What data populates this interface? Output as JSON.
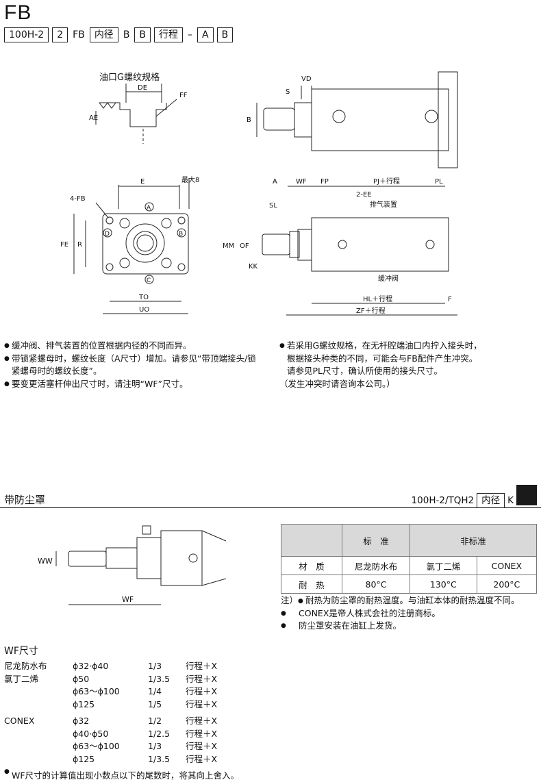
{
  "header": {
    "title": "FB",
    "code": [
      {
        "text": "100H-2",
        "boxed": true
      },
      {
        "text": "2",
        "boxed": true
      },
      {
        "text": "FB",
        "boxed": false
      },
      {
        "text": "内径",
        "boxed": true
      },
      {
        "text": "B",
        "boxed": false
      },
      {
        "text": "B",
        "boxed": true
      },
      {
        "text": "行程",
        "boxed": true
      },
      {
        "text": "–",
        "boxed": false
      },
      {
        "text": "A",
        "boxed": true
      },
      {
        "text": "B",
        "boxed": true
      }
    ]
  },
  "drawing_labels": {
    "port_title": "油口G螺纹规格",
    "de": "DE",
    "ff": "FF",
    "ae": "AE",
    "vd": "VD",
    "s": "S",
    "b": "B",
    "e": "E",
    "max8": "最大8",
    "fb4": "4-FB",
    "fe": "FE",
    "r": "R",
    "to": "TO",
    "uo": "UO",
    "a_dim": "A",
    "wf": "WF",
    "fp": "FP",
    "pj": "PJ＋行程",
    "pl": "PL",
    "ee2": "2-EE",
    "vent": "排气装置",
    "sl": "SL",
    "mm": "MM",
    "of": "OF",
    "kk": "KK",
    "cushion": "缓冲阀",
    "hl": "HL＋行程",
    "f": "F",
    "zf": "ZF＋行程",
    "circ_a": "A",
    "circ_b": "B",
    "circ_c": "C",
    "circ_d": "D"
  },
  "notes_left": [
    "缓冲阀、排气装置的位置根据内径的不同而异。",
    "带锁紧螺母时，螺纹长度（A尺寸）增加。请参见“带顶端接头/锁紧螺母时的螺纹长度”。",
    "要变更活塞杆伸出尺寸时，请注明“WF”尺寸。"
  ],
  "notes_right": [
    "若采用G螺纹规格，在无杆腔端油口内拧入接头时，根据接头种类的不同，可能会与FB配件产生冲突。请参见PL尺寸，确认所使用的接头尺寸。",
    "（发生冲突时请咨询本公司。）"
  ],
  "section": {
    "title": "带防尘罩",
    "code_prefix": "100H-2/TQH2",
    "code_box": "内径",
    "code_suffix": "K"
  },
  "boot_labels": {
    "ww": "WW",
    "wf": "WF"
  },
  "spec_table": {
    "header": [
      "",
      "标　准",
      "非标准"
    ],
    "rows": [
      [
        "材　质",
        "尼龙防水布",
        "氯丁二烯",
        "CONEX"
      ],
      [
        "耐　热",
        "80°C",
        "130°C",
        "200°C"
      ]
    ]
  },
  "spec_notes": {
    "prefix": "注）",
    "items": [
      "耐热为防尘罩的耐热温度。与油缸本体的耐热温度不同。",
      "CONEX是帝人株式会社的注册商标。",
      "防尘罩安装在油缸上发货。"
    ]
  },
  "wf": {
    "title": "WF尺寸",
    "groups": [
      {
        "label": [
          "尼龙防水布",
          "氯丁二烯"
        ],
        "rows": [
          [
            "ϕ32·ϕ40",
            "1/3",
            "行程＋X"
          ],
          [
            "ϕ50",
            "1/3.5",
            "行程＋X"
          ],
          [
            "ϕ63～ϕ100",
            "1/4",
            "行程＋X"
          ],
          [
            "ϕ125",
            "1/5",
            "行程＋X"
          ]
        ]
      },
      {
        "label": [
          "CONEX"
        ],
        "rows": [
          [
            "ϕ32",
            "1/2",
            "行程＋X"
          ],
          [
            "ϕ40·ϕ50",
            "1/2.5",
            "行程＋X"
          ],
          [
            "ϕ63～ϕ100",
            "1/3",
            "行程＋X"
          ],
          [
            "ϕ125",
            "1/3.5",
            "行程＋X"
          ]
        ]
      }
    ],
    "note": "WF尺寸的计算值出现小数点以下的尾数时，将其向上舍入。"
  }
}
